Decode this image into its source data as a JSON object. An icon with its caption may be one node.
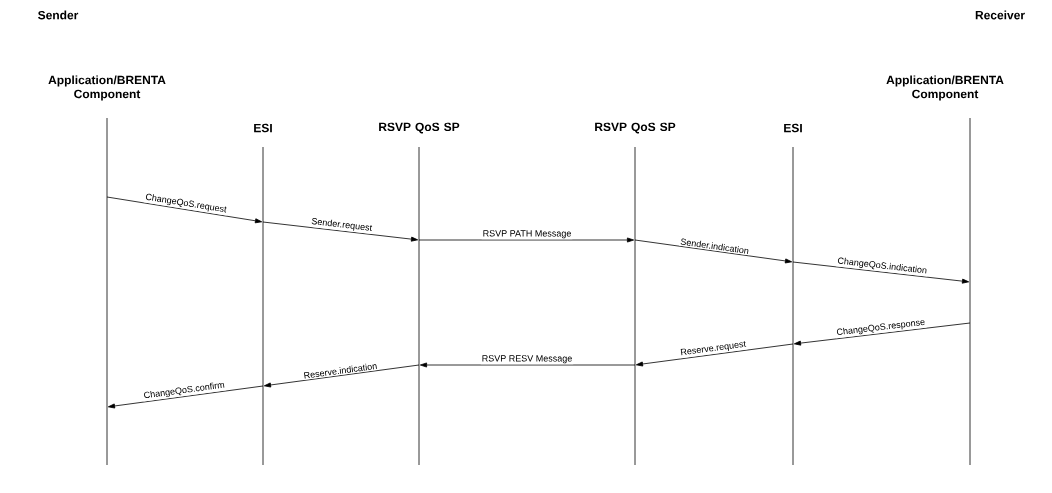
{
  "diagram": {
    "nodes": [
      {
        "text": [
          "Application/BRENTA Component"
        ]
      },
      {
        "text": [
          "ESI"
        ]
      },
      {
        "text": [
          "RSVP QoS SP"
        ]
      },
      {
        "text": [
          "RSVP QoS SP"
        ]
      },
      {
        "text": [
          "ESI"
        ]
      },
      {
        "text": [
          "Application/BRENTA Component"
        ]
      }
    ],
    "edges": [
      {
        "from": 0,
        "to": 1,
        "arrow": "to",
        "label": "ChangeQoS.request"
      },
      {
        "from": 1,
        "to": 2,
        "arrow": "to",
        "label": "Sender.request"
      },
      {
        "from": 2,
        "to": 3,
        "arrow": "to",
        "label": "RSVP PATH Message"
      },
      {
        "from": 3,
        "to": 4,
        "arrow": "to",
        "label": "Sender.indication"
      },
      {
        "from": 4,
        "to": 5,
        "arrow": "to",
        "label": "ChangeQoS.indication"
      },
      {
        "from": 5,
        "to": 4,
        "arrow": "to",
        "label": "ChangeQoS.response"
      },
      {
        "from": 4,
        "to": 3,
        "arrow": "to",
        "label": "Reserve.request"
      },
      {
        "from": 3,
        "to": 2,
        "arrow": "to",
        "label": "RSVP RESV Message"
      },
      {
        "from": 2,
        "to": 1,
        "arrow": "to",
        "label": "Reserve.indication"
      },
      {
        "from": 1,
        "to": 0,
        "arrow": "to",
        "label": "ChangeQoS.confirm"
      }
    ],
    "labels": [
      "Sender",
      "Receiver"
    ]
  }
}
